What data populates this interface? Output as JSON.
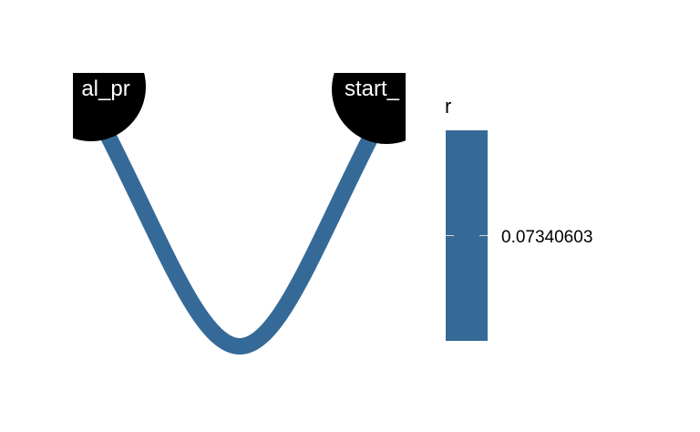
{
  "chart_data": {
    "type": "network",
    "nodes": [
      {
        "id": "left",
        "label": "al_pr"
      },
      {
        "id": "right",
        "label": "start_"
      }
    ],
    "edges": [
      {
        "from": "left",
        "to": "right",
        "r": 0.07340603
      }
    ],
    "legend": {
      "title": "r",
      "ticks": [
        "0.07340603"
      ],
      "placement": "right"
    },
    "colors": {
      "edge": "#356a98",
      "node": "#000000",
      "node_label": "#ffffff"
    }
  }
}
